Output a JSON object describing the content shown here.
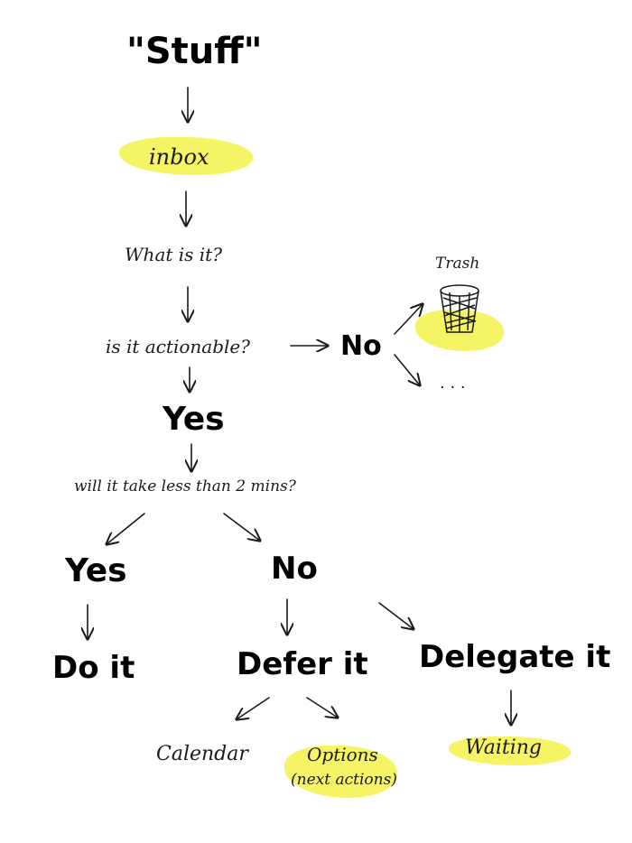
{
  "colors": {
    "highlight": "#f2f24a",
    "ink": "#1a1a1a"
  },
  "nodes": {
    "stuff": "\"Stuff\"",
    "inbox": "inbox",
    "what": "What is it?",
    "actionable": "is it actionable?",
    "no_top": "No",
    "trash": "Trash",
    "ellipsis": ". . .",
    "yes_top": "Yes",
    "two_mins": "will it take less than 2 mins?",
    "yes_bottom": "Yes",
    "no_bottom": "No",
    "do_it": "Do it",
    "defer_it": "Defer it",
    "delegate_it": "Delegate it",
    "calendar": "Calendar",
    "options": "Options",
    "next_actions": "(next actions)",
    "waiting": "Waiting"
  },
  "icons": {
    "trash": "trash-bin-icon"
  }
}
